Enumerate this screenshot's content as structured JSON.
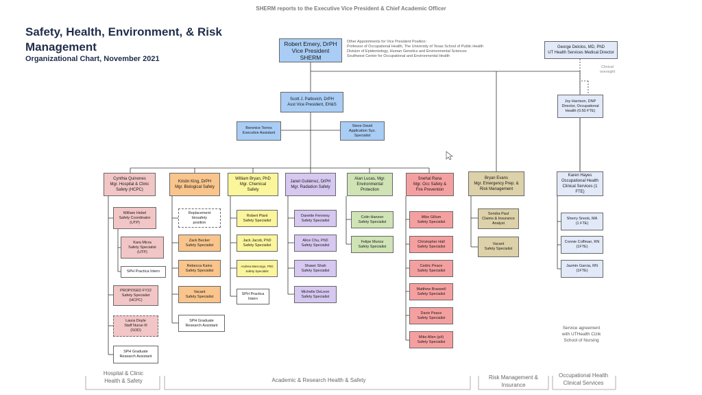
{
  "header": {
    "top_note": "SHERM reports to the Executive Vice President & Chief Academic Officer",
    "title": "Safety, Health, Environment, & Risk Management",
    "subtitle": "Organizational Chart, November 2021"
  },
  "nodes": {
    "emery": "Robert Emery, DrPH\nVice President\nSHERM",
    "other_appts": "Other Appointments for Vice President Position:\n  Professor of Occupational Health, The University of Texas School of Public Health\n  Division of Epidemiology, Human Genetics and Environmental Sciences\n       Southwest Center for Occupational and Environmental Health",
    "delclos": "George Delclos, MD, PhD\nUT Health Services Medical Director",
    "clinical_oversight": "Clinical\noversight",
    "patlovich": "Scott J. Patlovich, DrPH\nAsst Vice President, EH&S",
    "torres": "Berenice Torres\nExecutive Assistant",
    "david": "Steve David\nApplication Sys.\nSpecialist",
    "harrison": "Joy Harrison, DNP\nDirector, Occupational\nHealth (0.50 FTE)",
    "quinones": "Cynthia Quinones\nMgr. Hospital & Clinic\nSafety (HCPC)",
    "king": "Kristin King, DrPH\nMgr. Biological Safety",
    "bryan": "William Bryan, PhD\nMgr. Chemical\nSafety",
    "gutierrez": "Janet Gutiérrez, DrPH\nMgr. Radiation Safety",
    "lucas": "Alan Lucas, Mgr.\nEnvironmental\nProtection",
    "rana": "Snehal Rana\nMgr. Occ Safety &\nFire Prevention",
    "evans": "Bryan Evans\nMgr. Emergency Prep. &\nRisk Management",
    "hayes": "Karen Hayes\nOccupational Health\nClinical Services (1 FTE)",
    "hebel": "William Hebel\nSafety Coordinator\n(UTP)",
    "mirza": "Kara Mirza\nSafety Specialist\n(UTP)",
    "sph_intern_1": "SPH Practica Intern",
    "proposed": "PROPOSED FY22\nSafety Specialist\n(HCPC)",
    "doyle": "Laura Doyle\nStaff Nurse III\n(SOD)",
    "sph_gra_1": "SPH Graduate\nResearch Assistant",
    "replacement": "Replacement\nbiosafety\nposition",
    "becker": "Zack Becker\nSafety Specialist",
    "kains": "Rebecca Kains\nSafety Specialist",
    "vacant_bio": "Vacant\nSafety Specialist",
    "sph_gra_2": "SPH Graduate\nResearch Assistant",
    "plant": "Robert Plant\nSafety Specialist",
    "jacob": "Jack Jacob, PhD\nSafety Specialist",
    "marcongo": "Andrea Marcongo, PhD\nSafety Specialist",
    "sph_intern_2": "SPH Practica\nIntern",
    "fennesy": "Danette Fennesy\nSafety Specialist",
    "chu": "Alice Chu, PhD\nSafety Specialist",
    "shah": "Shawn Shah\nSafety Specialist",
    "deleon": "Michelle DeLeon\nSafety Specialist",
    "hanson": "Colin Hanson\nSafety Specialist",
    "munoz": "Felipe Munoz\nSafety Specialist",
    "gillum": "Mike Gillum\nSafety Specialist",
    "hall": "Christopher Hall\nSafety Specialist",
    "peace_c": "Cedric Peace\nSafety Specialist",
    "braswell": "Matthew Braswell\nSafety Specialist",
    "peace_d": "Davis Peace\nSafety Specialist",
    "allen": "Mike Allen (p/t)\nSafety Specialist",
    "paul": "Sondra Paul\nClaims & Insurance\nAnalyst",
    "vacant_rm": "Vacant\nSafety Specialist",
    "snook": "Sherry Snook, MA\n(1 FTE)",
    "coffman": "Connie Coffman, RN\n(1FTE)",
    "garcia": "Jazmin Garcia, RN\n(1FTE)",
    "service_agreement": "Service agreement\nwith UTHealth Cizik\nSchool of Nursing"
  },
  "footer": {
    "hcs": "Hospital & Clinic\nHealth & Safety",
    "ars": "Academic & Research Health & Safety",
    "rmi": "Risk Management &\nInsurance",
    "ohcs": "Occupational Health\nClinical Services"
  },
  "colors": {
    "blue": "#a9cdf5",
    "lightblue": "#d6e8fb",
    "pink": "#f2c6c6",
    "orange": "#f9c58c",
    "yellow": "#fbf59c",
    "purple": "#d6c8f0",
    "green": "#cfe3b5",
    "red": "#f5a0a0",
    "tan": "#dcd1a8",
    "lavender": "#e2e9f9"
  }
}
